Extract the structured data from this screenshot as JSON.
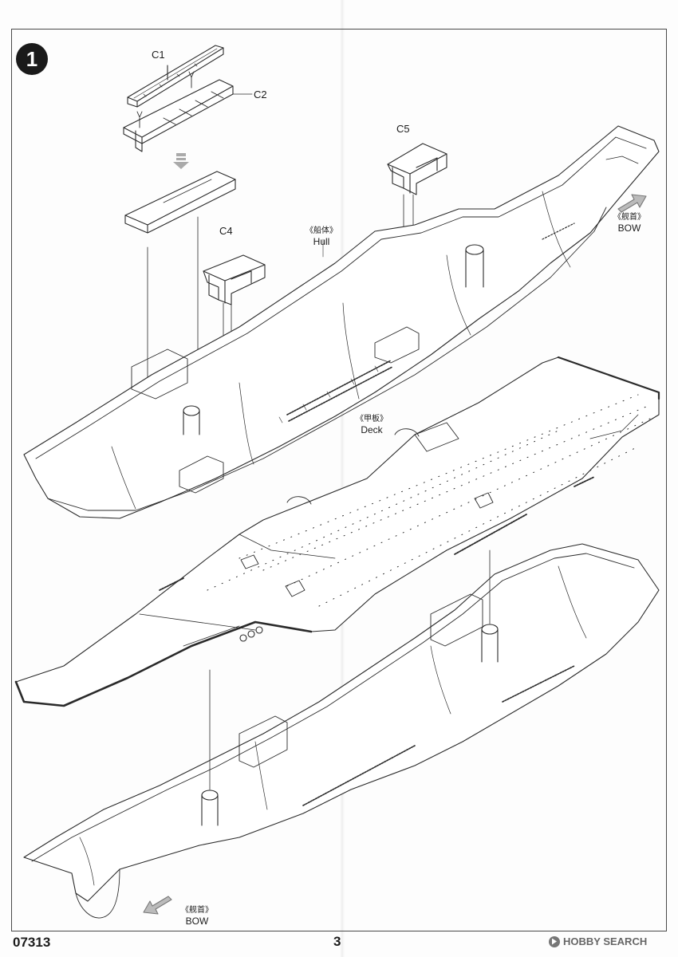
{
  "step": {
    "number": "1"
  },
  "parts": {
    "c1": "C1",
    "c2": "C2",
    "c4": "C4",
    "c5": "C5"
  },
  "labels": {
    "hull_cn": "《船体》",
    "hull_en": "Hull",
    "deck_cn": "《甲板》",
    "deck_en": "Deck",
    "bow_top_cn": "《舰首》",
    "bow_top_en": "BOW",
    "bow_bottom_cn": "《舰首》",
    "bow_bottom_en": "BOW"
  },
  "footer": {
    "kit_number": "07313",
    "page_number": "3",
    "watermark": "HOBBY SEARCH"
  }
}
